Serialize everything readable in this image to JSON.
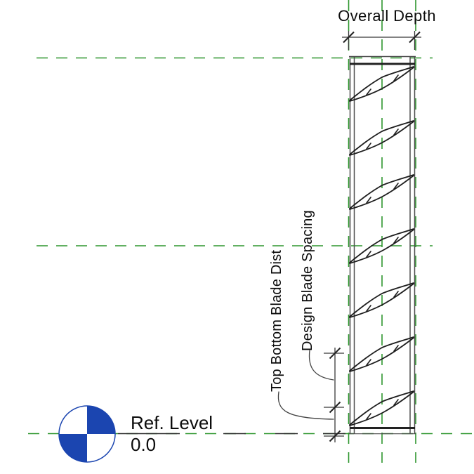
{
  "drawing": {
    "dimension_labels": {
      "overall_depth": "Overall Depth",
      "top_bottom_blade_dist": "Top Bottom Blade Dist",
      "design_blade_spacing": "Design Blade Spacing"
    },
    "level_marker": {
      "name": "Ref. Level",
      "elevation": "0.0"
    },
    "louver": {
      "blade_count": 7
    },
    "colors": {
      "reference_plane_green": "#2e962e",
      "level_head_blue": "#1b45b0",
      "frame_gray": "#4d4d4d",
      "heavy_line": "#222222",
      "dim_line": "#383838"
    }
  }
}
